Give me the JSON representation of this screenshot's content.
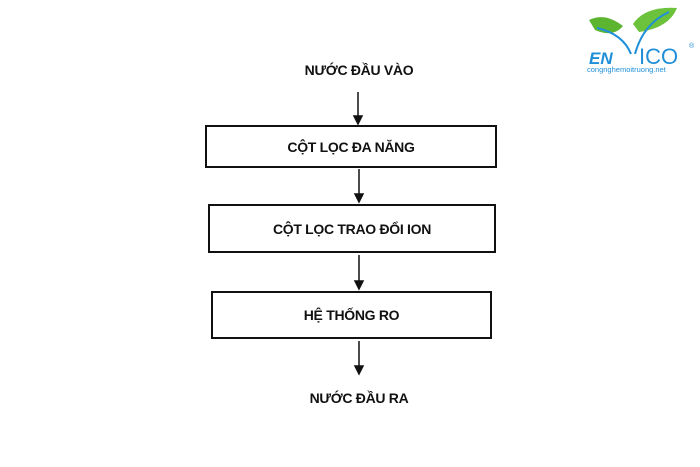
{
  "diagram": {
    "input_label": "NƯỚC ĐẦU VÀO",
    "steps": [
      {
        "label": "CỘT LỌC ĐA NĂNG"
      },
      {
        "label": "CỘT LỌC TRAO ĐỔI ION"
      },
      {
        "label": "HỆ THỐNG RO"
      }
    ],
    "output_label": "NƯỚC ĐẦU RA"
  },
  "logo": {
    "brand_left": "EN",
    "brand_right": "ICO",
    "site": "congnghemoitruong.net",
    "registered": "®"
  },
  "colors": {
    "line": "#111111",
    "logo_blue": "#1e8fd8",
    "leaf_green": "#5cb531"
  }
}
